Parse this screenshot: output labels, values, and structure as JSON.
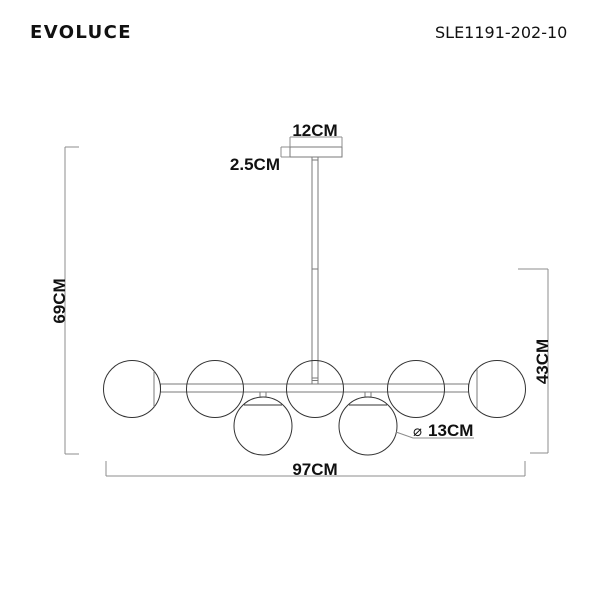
{
  "header": {
    "brand": "EVOLUCE",
    "model": "SLE1191-202-10"
  },
  "drawing": {
    "type": "technical dimension drawing",
    "subject": "horizontal pendant chandelier with 7 globe shades",
    "shades_count": 7,
    "dimensions": {
      "canopy_width": "12CM",
      "canopy_height": "2.5CM",
      "total_height": "69CM",
      "fixture_height": "43CM",
      "total_width": "97CM",
      "shade_diameter_symbol": "⌀",
      "shade_diameter": "13CM"
    }
  },
  "colors": {
    "background": "#ffffff",
    "text": "#111111",
    "dimension_lines": "#8c8c8c",
    "shade_outline": "#333333"
  }
}
